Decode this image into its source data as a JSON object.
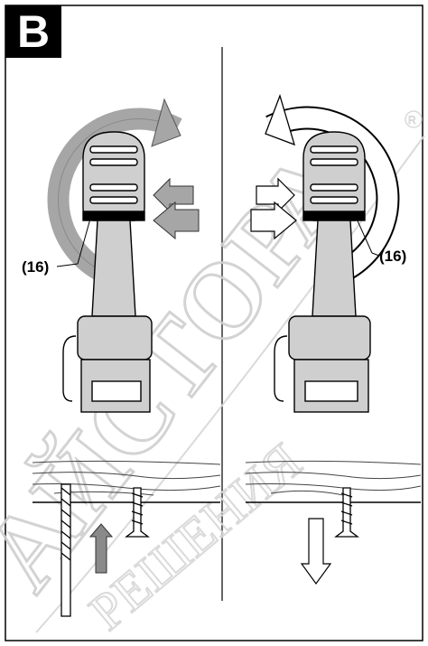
{
  "figure": {
    "badge": "B",
    "left_panel": {
      "callout": "(16)"
    },
    "right_panel": {
      "callout": "(16)"
    }
  },
  "colors": {
    "ink": "#000000",
    "tool_gray": "#cfcfcf",
    "arrow_gray": "#a6a6a6",
    "arrow_dark": "#8a8a8a",
    "watermark": "#d4d4d4"
  },
  "icons": {
    "clockwise": "clockwise-rotation-arrow-icon",
    "counterclockwise": "counterclockwise-rotation-arrow-icon",
    "up": "up-arrow-icon",
    "down": "down-arrow-icon"
  }
}
